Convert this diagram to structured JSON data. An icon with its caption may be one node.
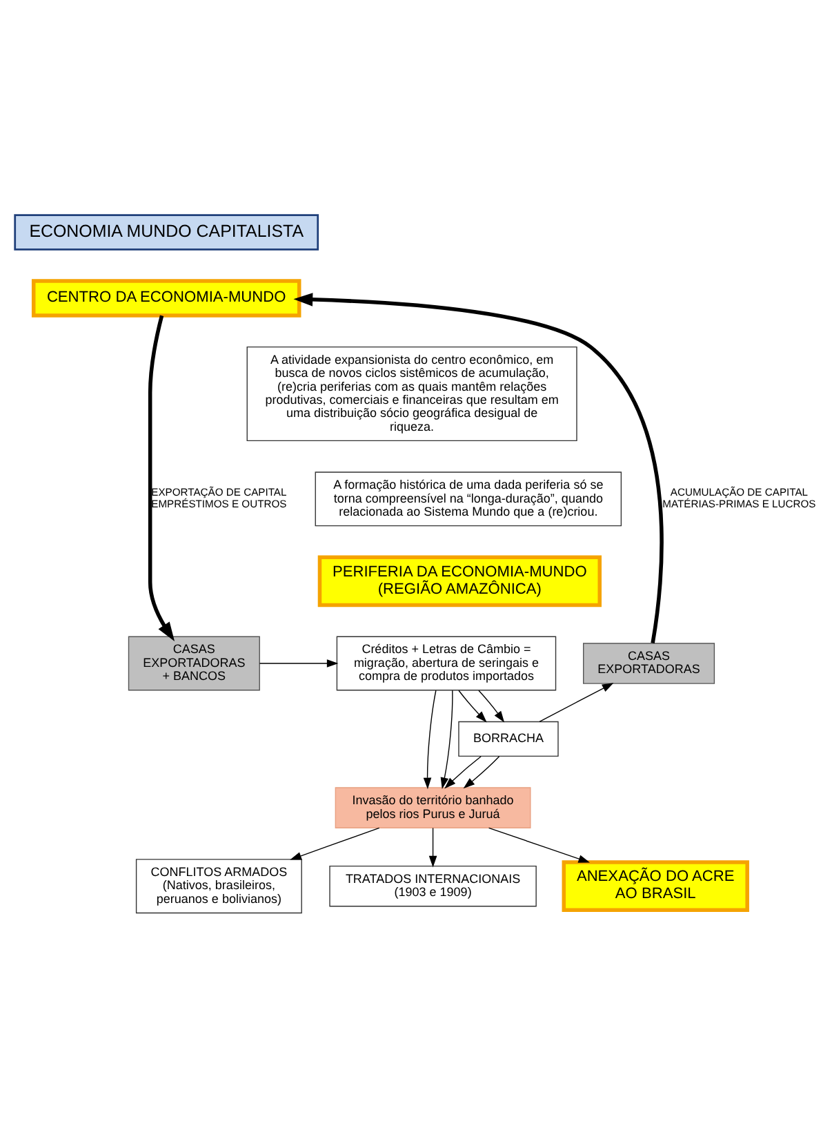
{
  "diagram": {
    "nodes": [
      {
        "text": [
          "ECONOMIA MUNDO CAPITALISTA"
        ]
      },
      {
        "text": [
          "CENTRO DA ECONOMIA-MUNDO"
        ]
      },
      {
        "text": [
          "A atividade expansionista do centro econômico, em busca de novos ciclos sistêmicos de acumulação, (re)cria periferias com as quais mantêm relações produtivas, comerciais e financeiras que resultam em uma distribuição sócio geográfica desigual de riqueza."
        ]
      },
      {
        "text": [
          "A formação histórica de uma dada periferia só se torna compreensível na “longa-duração”, quando relacionada ao Sistema Mundo que a (re)criou."
        ]
      },
      {
        "text": [
          "PERIFERIA DA ECONOMIA-MUNDO",
          "(REGIÃO AMAZÔNICA)"
        ]
      },
      {
        "text": [
          "CASAS EXPORTADORAS + BANCOS"
        ]
      },
      {
        "text": [
          "Créditos + Letras de Câmbio = migração, abertura de seringais e compra de produtos importados"
        ]
      },
      {
        "text": [
          "CASAS EXPORTADORAS"
        ]
      },
      {
        "text": [
          "BORRACHA"
        ]
      },
      {
        "text": [
          "Invasão do território banhado pelos rios Purus e Juruá"
        ]
      },
      {
        "text": [
          "CONFLITOS ARMADOS",
          "(Nativos, brasileiros, peruanos e bolivianos)"
        ]
      },
      {
        "text": [
          "TRATADOS INTERNACIONAIS",
          "(1903 e 1909)"
        ]
      },
      {
        "text": [
          "ANEXAÇÃO DO ACRE AO BRASIL"
        ]
      }
    ],
    "edges": [
      {
        "from": 1,
        "to": 5,
        "arrow": "to",
        "style": "thick",
        "label": "EXPORTAÇÃO DE CAPITAL EMPRÉSTIMOS E OUTROS"
      },
      {
        "from": 7,
        "to": 1,
        "arrow": "to",
        "style": "thick",
        "label": "ACUMULAÇÃO DE CAPITAL MATÉRIAS-PRIMAS E LUCROS"
      },
      {
        "from": 5,
        "to": 6,
        "arrow": "to"
      },
      {
        "from": 6,
        "to": 8,
        "arrow": "to"
      },
      {
        "from": 6,
        "to": 8,
        "arrow": "to"
      },
      {
        "from": 6,
        "to": 9,
        "arrow": "to"
      },
      {
        "from": 6,
        "to": 9,
        "arrow": "to"
      },
      {
        "from": 8,
        "to": 7,
        "arrow": "to"
      },
      {
        "from": 8,
        "to": 9,
        "arrow": "to"
      },
      {
        "from": 8,
        "to": 9,
        "arrow": "to"
      },
      {
        "from": 9,
        "to": 10,
        "arrow": "to"
      },
      {
        "from": 9,
        "to": 11,
        "arrow": "to"
      },
      {
        "from": 9,
        "to": 12,
        "arrow": "to"
      }
    ]
  }
}
